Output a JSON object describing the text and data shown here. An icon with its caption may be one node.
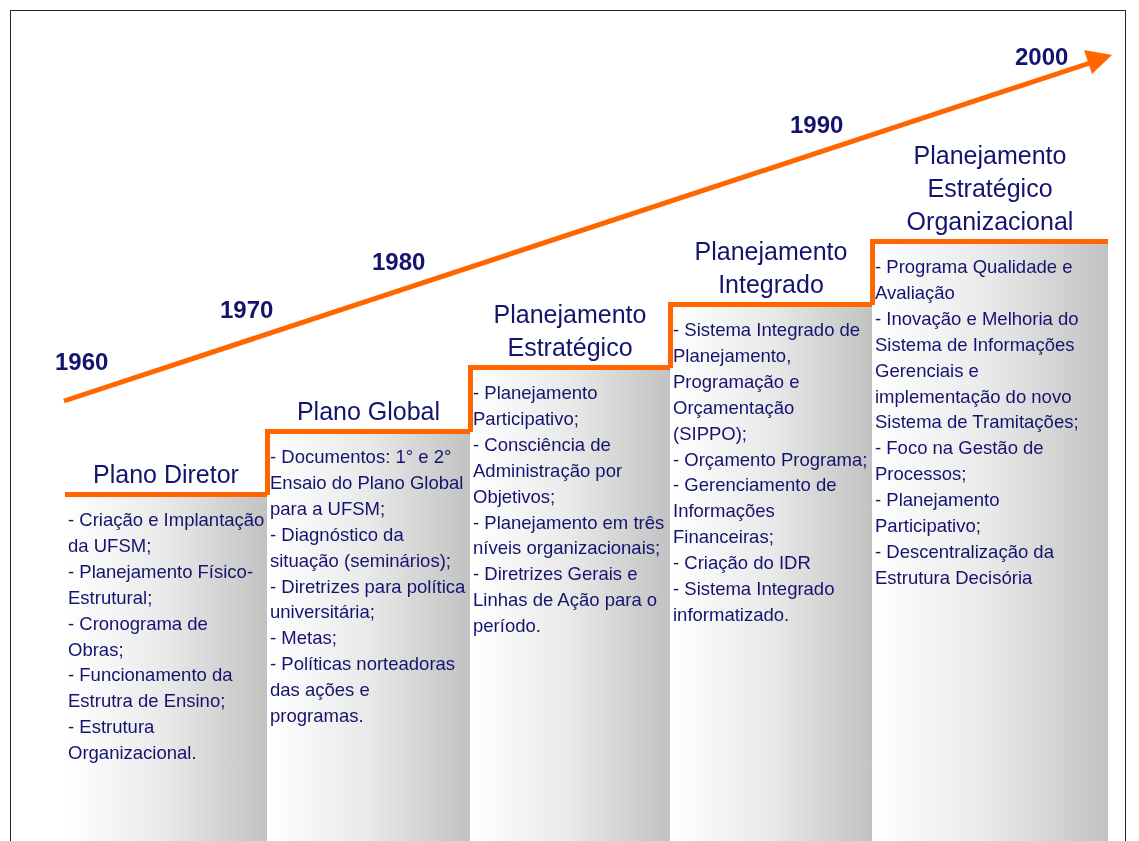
{
  "diagram": {
    "nodes": [
      {
        "text": [
          "Plano Diretor",
          "- Criação e Implantação da UFSM;",
          "- Planejamento Físico-Estrutural;",
          "- Cronograma de Obras;",
          "- Funcionamento da Estrutra de Ensino;",
          "- Estrutura Organizacional."
        ]
      },
      {
        "text": [
          "Plano Global",
          "- Documentos: 1° e 2° Ensaio do Plano Global para a UFSM;",
          "- Diagnóstico da situação (seminários);",
          "- Diretrizes para política universitária;",
          "- Metas;",
          "- Políticas norteadoras das ações e programas."
        ]
      },
      {
        "text": [
          "Planejamento Estratégico",
          "- Planejamento Participativo;",
          "- Consciência de Administração por Objetivos;",
          "- Planejamento em três níveis organizacionais;",
          "- Diretrizes Gerais e Linhas de Ação para o período."
        ]
      },
      {
        "text": [
          "Planejamento Integrado",
          "- Sistema Integrado de Planejamento, Programação e Orçamentação (SIPPO);",
          "- Orçamento Programa;",
          "- Gerenciamento de Informações Financeiras;",
          "- Criação do IDR",
          "- Sistema Integrado informatizado."
        ]
      },
      {
        "text": [
          "Planejamento Estratégico Organizacional",
          "- Programa Qualidade e Avaliação",
          "- Inovação e Melhoria do Sistema de Informações Gerenciais e implementação do novo Sistema de Tramitações;",
          "- Foco na Gestão de Processos;",
          "- Planejamento Participativo;",
          "- Descentralização da Estrutura Decisória"
        ]
      }
    ],
    "labels": [
      "1960",
      "1970",
      "1980",
      "1990",
      "2000"
    ]
  }
}
